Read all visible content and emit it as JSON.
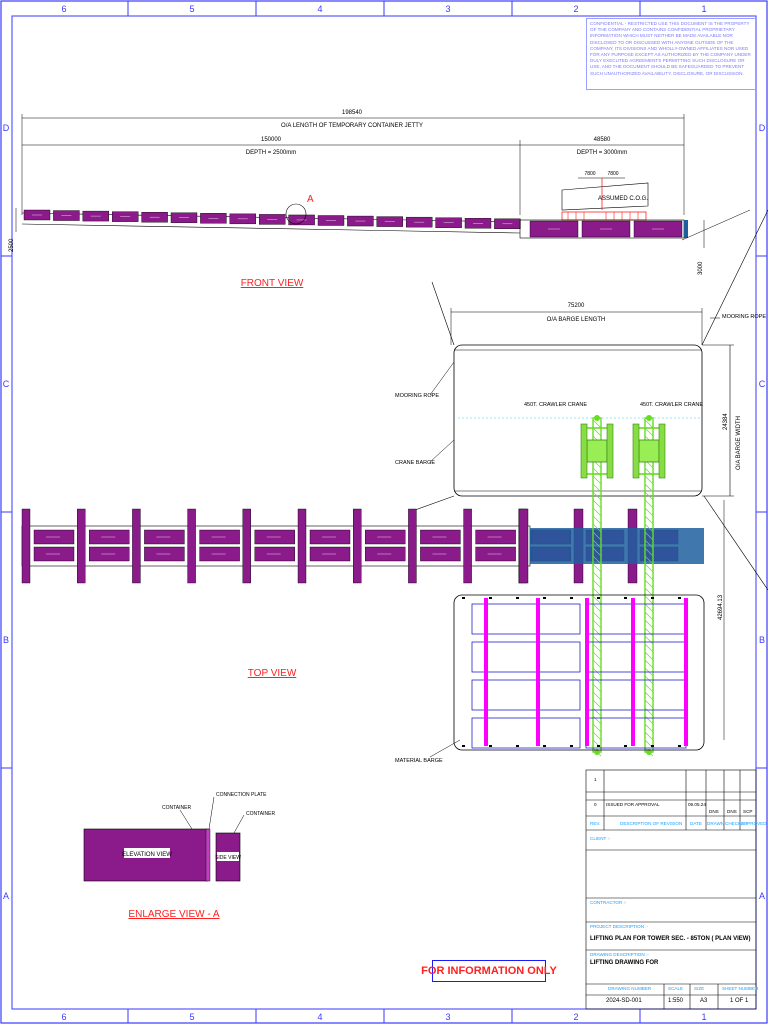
{
  "sheet": {
    "col_labels": [
      "6",
      "5",
      "4",
      "3",
      "2",
      "1"
    ],
    "row_labels": [
      "D",
      "C",
      "B",
      "A"
    ],
    "confidentiality_note": "CONFIDENTIAL - RESTRICTED USE THIS DOCUMENT IS THE PROPERTY OF THE COMPANY AND CONTAINS CONFIDENTIAL PROPRIETARY INFORMATION WHICH MUST NEITHER BE MADE AVAILABLE NOR DISCLOSED TO OR DISCUSSED WITH ANYONE OUTSIDE OF THE COMPANY, ITS DIVISIONS AND WHOLLY-OWNED AFFILIATES NOR USED FOR ANY PURPOSE EXCEPT AS AUTHORIZED BY THE COMPANY UNDER DULY EXECUTED AGREEMENTS PERMITTING SUCH DISCLOSURE OR USE, AND THE DOCUMENT SHOULD BE SAFEGUARDED TO PREVENT SUCH UNAUTHORIZED AVAILABILITY, DISCLOSURE, OR DISCUSSION.",
    "for_information_only": "FOR INFORMATION ONLY"
  },
  "front_view": {
    "title": "FRONT VIEW",
    "overall_dim": "198540",
    "overall_label": "O/A LENGTH OF TEMPORARY CONTAINER JETTY",
    "dim_left": "150000",
    "depth_left": "DEPTH = 2500mm",
    "dim_right": "48580",
    "depth_right": "DEPTH = 3000mm",
    "cog_dim_a": "7800",
    "cog_dim_b": "7800",
    "cog_label": "ASSUMED C.O.G.",
    "detail_marker": "A",
    "side_dim_left": "2500",
    "side_dim_right": "3000"
  },
  "top_view": {
    "title": "TOP VIEW",
    "barge_length_dim": "75200",
    "barge_length_label": "O/A BARGE LENGTH",
    "barge_width_dim": "24384",
    "barge_width_label": "O/A BARGE WIDTH",
    "radius_dim": "42694.13",
    "crane_left_label": "450T. CRAWLER CRANE",
    "crane_right_label": "450T. CRAWLER CRANE",
    "mooring_rope_right": "MOORING ROPE",
    "mooring_rope_left": "MOORING ROPE",
    "crane_barge_label": "CRANE BARGE",
    "material_barge_label": "MATERIAL BARGE"
  },
  "enlarge_view": {
    "title": "ENLARGE VIEW - A",
    "container_label_1": "CONTAINER",
    "connection_plate_label": "CONNECTION PLATE",
    "container_label_2": "CONTAINER",
    "elevation_label": "ELEVATION VIEW",
    "side_label": "SIDE VIEW"
  },
  "title_block": {
    "rev_1": "1",
    "rev_0": "0",
    "rev_0_desc": "ISSUED FOR APPROVAL",
    "rev_0_date": "09.05.24",
    "hdr_rev": "REV.",
    "hdr_desc": "DESCRIPTION OF REVISION",
    "hdr_date": "DATE",
    "hdr_drawn": "DRAWN",
    "hdr_checked": "CHECKED",
    "hdr_approved": "APPROVED",
    "init_drawn": "DNS",
    "init_checked": "DNS",
    "init_approved": "SCP",
    "client_label": "CLIENT :-",
    "contractor_label": "CONTRACTOR :-",
    "project_label": "PROJECT DESCRIPTION :-",
    "project_title": "LIFTING PLAN FOR TOWER SEC. - 85TON ( PLAN VIEW)",
    "drawing_label": "DRAWING DESCRIPTION :-",
    "drawing_title": "LIFTING DRAWING FOR",
    "drawing_no_label": "DRAWING NUMBER",
    "scale_label": "SCALE",
    "size_label": "SIZE",
    "sheet_label": "SHEET NUMBER",
    "drawing_no": "2024-SD-001",
    "scale": "1:550",
    "size": "A3",
    "sheet": "1 OF 1"
  },
  "colors": {
    "border": "#3a3aff",
    "purple": "#8b1a8b",
    "magenta": "#ff00ff",
    "green": "#66dd22",
    "red": "#ff2020",
    "blue_fill": "#1f5f9f",
    "dim_line": "#000000"
  }
}
